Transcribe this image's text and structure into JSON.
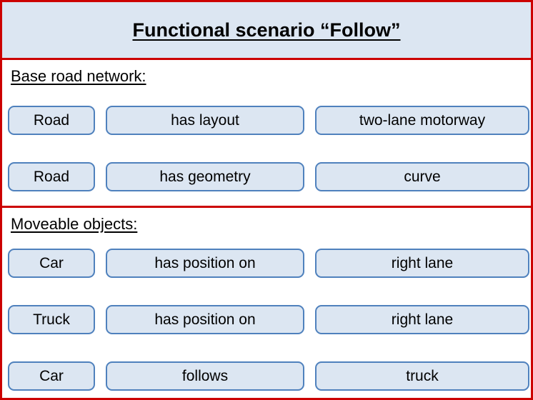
{
  "title": {
    "text": "Functional scenario “Follow”"
  },
  "colors": {
    "frame_border": "#cc0000",
    "band_background": "#dce6f2",
    "pill_fill": "#dce6f2",
    "pill_border": "#4f81bd",
    "text": "#000000"
  },
  "sections": [
    {
      "header": "Base road network:",
      "rows": [
        {
          "subject": "Road",
          "predicate": "has layout",
          "object": "two-lane motorway"
        },
        {
          "subject": "Road",
          "predicate": "has geometry",
          "object": "curve"
        }
      ]
    },
    {
      "header": "Moveable objects:",
      "rows": [
        {
          "subject": "Car",
          "predicate": "has position on",
          "object": "right lane"
        },
        {
          "subject": "Truck",
          "predicate": "has position on",
          "object": "right lane"
        },
        {
          "subject": "Car",
          "predicate": "follows",
          "object": "truck"
        }
      ]
    }
  ]
}
